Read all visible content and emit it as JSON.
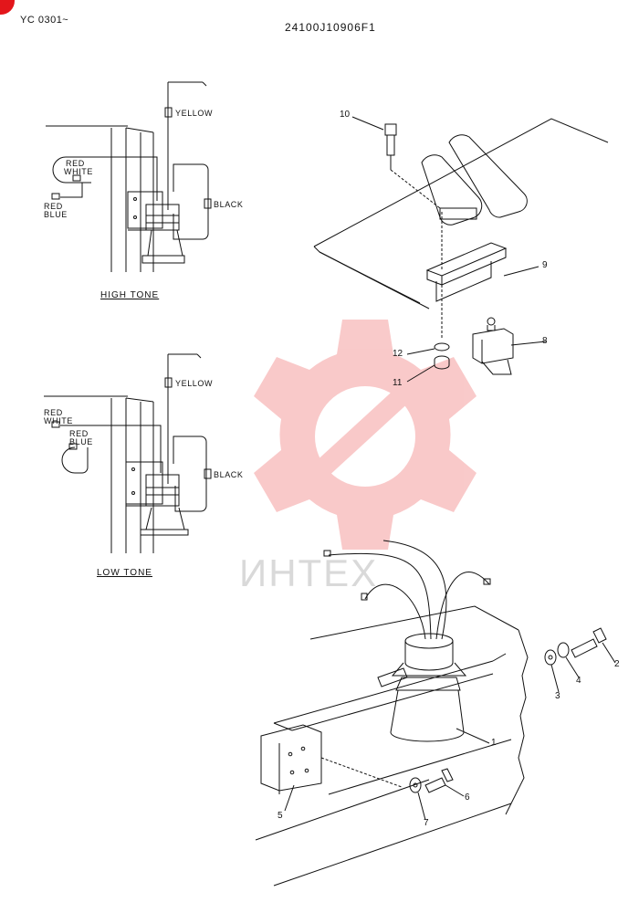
{
  "header": {
    "model_range": "YC 0301~",
    "doc_number": "24100J10906F1"
  },
  "high_tone": {
    "caption": "HIGH TONE",
    "wire_yellow": "YELLOW",
    "wire_black": "BLACK",
    "wire_red_white": [
      "RED",
      "WHITE"
    ],
    "wire_red_blue": [
      "RED",
      "BLUE"
    ]
  },
  "low_tone": {
    "caption": "LOW TONE",
    "wire_yellow": "YELLOW",
    "wire_black": "BLACK",
    "wire_red_white": [
      "RED",
      "WHITE"
    ],
    "wire_red_blue": [
      "RED",
      "BLUE"
    ]
  },
  "callouts": {
    "c1": "1",
    "c2": "2",
    "c3": "3",
    "c4": "4",
    "c5": "5",
    "c6": "6",
    "c7": "7",
    "c8": "8",
    "c9": "9",
    "c10": "10",
    "c11": "11",
    "c12": "12"
  },
  "watermark": {
    "text": "ИНТЕХ",
    "color": "#f28a8a"
  }
}
